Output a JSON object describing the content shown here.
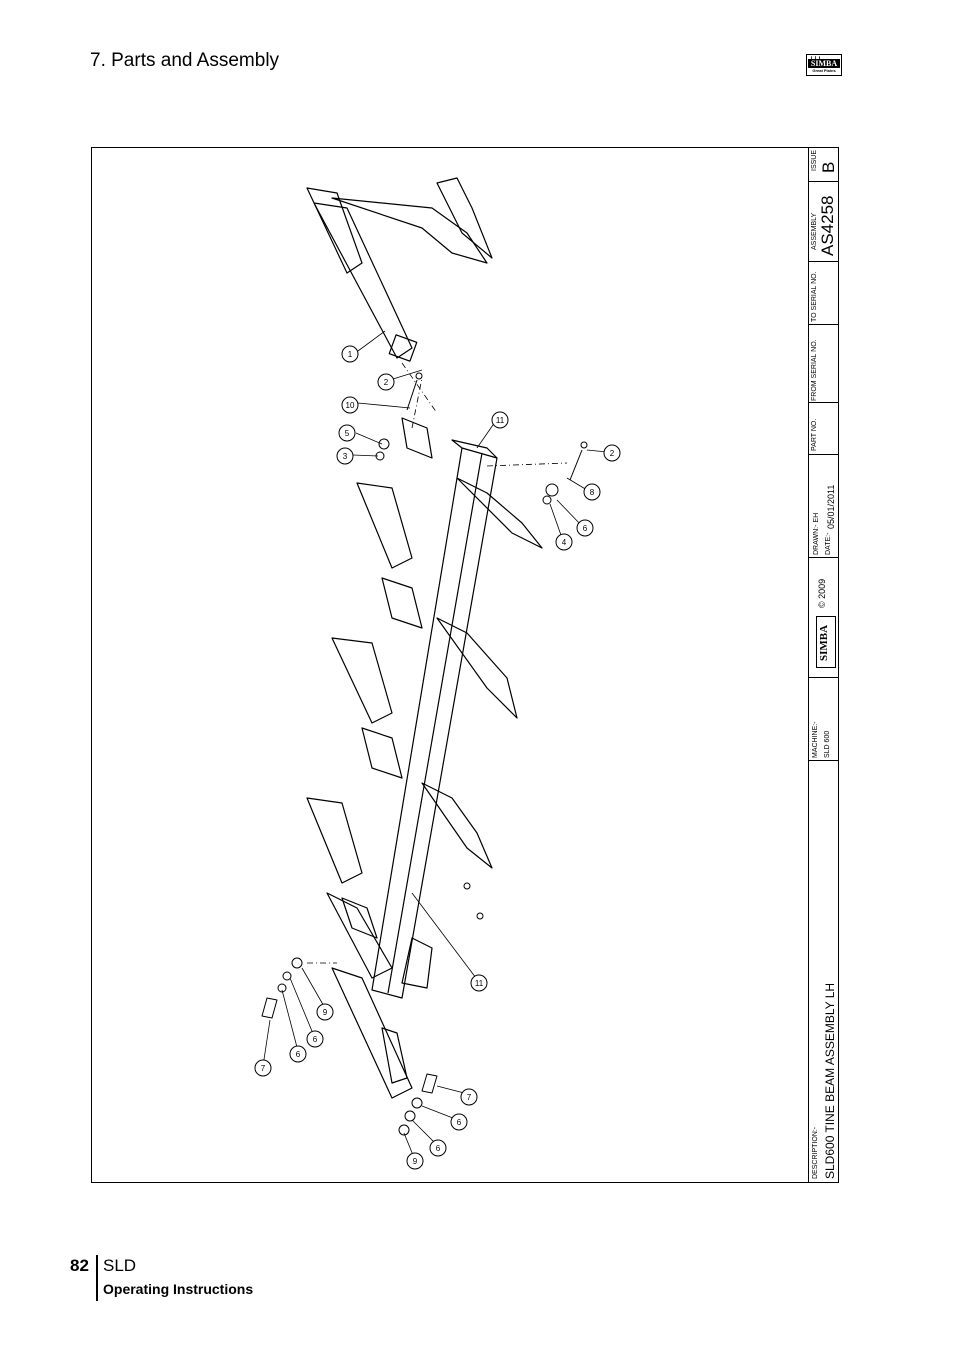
{
  "header": {
    "title": "7. Parts and Assembly",
    "logo_text": "SIMBA",
    "logo_sub": "Great Plains"
  },
  "drawing": {
    "callouts": [
      "1",
      "2",
      "10",
      "5",
      "3",
      "11",
      "2",
      "8",
      "6",
      "4",
      "11",
      "9",
      "6",
      "6",
      "7",
      "7",
      "6",
      "6",
      "9"
    ]
  },
  "title_block": {
    "description_label": "DESCRIPTION:-",
    "description": "SLD600 TINE BEAM ASSEMBLY LH",
    "machine_label": "MACHINE:-",
    "machine": "SLD 600",
    "logo_text": "SIMBA",
    "copyright": "© 2009",
    "drawn_label": "DRAWN:- EH",
    "date_label": "DATE:-",
    "date": "05/01/2011",
    "part_no_label": "PART NO.",
    "from_serial_label": "FROM SERIAL NO.",
    "to_serial_label": "TO SERIAL NO.",
    "assembly_label": "ASSEMBLY",
    "assembly": "AS4258",
    "issue_label": "ISSUE",
    "issue": "B"
  },
  "footer": {
    "page_number": "82",
    "product": "SLD",
    "subtitle": "Operating Instructions"
  }
}
